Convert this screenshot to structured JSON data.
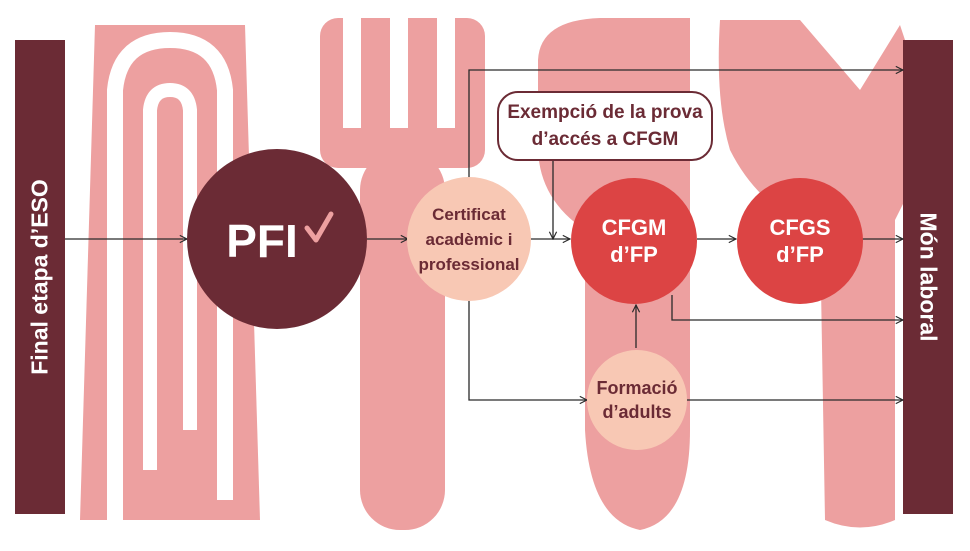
{
  "colors": {
    "background": "#ffffff",
    "decor_pink": "#eda0a0",
    "dark_maroon": "#6b2b35",
    "red": "#dc4444",
    "light_peach": "#f8c8b4",
    "arrow": "#2a2a2a"
  },
  "icons": [
    "paperclip-icon",
    "fork-icon",
    "knife-icon",
    "wrench-icon",
    "checkmark-icon"
  ],
  "nodes": {
    "start": "Final etapa d’ESO",
    "pfi": "PFI",
    "certificat": "Certificat\nacadèmic i\nprofessional",
    "exempcio": "Exempció de la prova\nd’accés a CFGM",
    "cfgm": "CFGM\nd’FP",
    "cfgs": "CFGS\nd’FP",
    "adults": "Formació\nd’adults",
    "end": "Món laboral"
  },
  "edges": [
    {
      "from": "Final etapa d’ESO",
      "to": "PFI"
    },
    {
      "from": "PFI",
      "to": "Certificat acadèmic i professional"
    },
    {
      "from": "Certificat acadèmic i professional",
      "to": "Món laboral"
    },
    {
      "from": "Certificat acadèmic i professional",
      "to": "CFGM d’FP"
    },
    {
      "from": "Exempció de la prova d’accés a CFGM",
      "to": "CFGM d’FP"
    },
    {
      "from": "Certificat acadèmic i professional",
      "to": "Formació d’adults"
    },
    {
      "from": "Formació d’adults",
      "to": "CFGM d’FP"
    },
    {
      "from": "Formació d’adults",
      "to": "Món laboral"
    },
    {
      "from": "CFGM d’FP",
      "to": "CFGS d’FP"
    },
    {
      "from": "CFGM d’FP",
      "to": "Món laboral"
    },
    {
      "from": "CFGS d’FP",
      "to": "Món laboral"
    }
  ]
}
